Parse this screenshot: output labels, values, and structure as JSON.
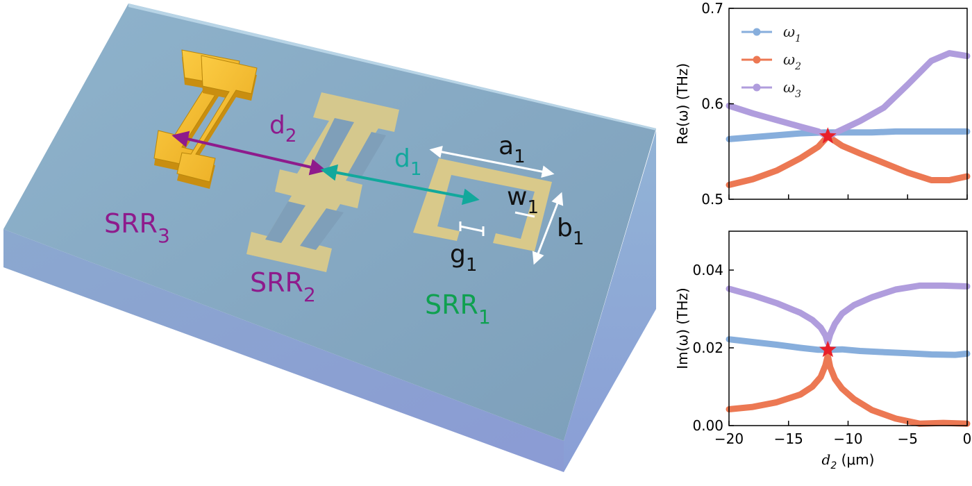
{
  "figure": {
    "labels": {
      "d2": {
        "main": "d",
        "sub": "2"
      },
      "d1": {
        "main": "d",
        "sub": "1"
      },
      "a1": {
        "main": "a",
        "sub": "1"
      },
      "w1": {
        "main": "w",
        "sub": "1"
      },
      "b1": {
        "main": "b",
        "sub": "1"
      },
      "g1": {
        "main": "g",
        "sub": "1"
      },
      "srr3": {
        "main": "SRR",
        "sub": "3"
      },
      "srr2": {
        "main": "SRR",
        "sub": "2"
      },
      "srr1": {
        "main": "SRR",
        "sub": "1"
      }
    },
    "colors": {
      "substrate_top": "#7fa3bd",
      "substrate_side": "#8fa3d2",
      "gold": "#f0b72a",
      "gold_light": "#d9c98a",
      "purple": "#8e1b8c",
      "teal": "#12a89c",
      "green": "#0fa050"
    }
  },
  "chart_data": [
    {
      "type": "line",
      "ylabel": "Re(ω) (THz)",
      "xlabel": "",
      "xlim": [
        -20,
        0
      ],
      "ylim": [
        0.5,
        0.7
      ],
      "yticks": [
        "0.5",
        "0.6",
        "0.7"
      ],
      "xticks_labeled": false,
      "legend": "top-left",
      "series": [
        {
          "name": "ω₁",
          "legend_main": "ω",
          "legend_sub": "1",
          "color": "#87aedc",
          "x": [
            -20,
            -18,
            -16,
            -14,
            -12,
            -11.7,
            -10,
            -8,
            -6,
            -4,
            -2,
            0
          ],
          "y": [
            0.563,
            0.565,
            0.567,
            0.569,
            0.57,
            0.57,
            0.57,
            0.57,
            0.571,
            0.571,
            0.571,
            0.571
          ]
        },
        {
          "name": "ω₂",
          "legend_main": "ω",
          "legend_sub": "2",
          "color": "#ec7853",
          "x": [
            -20,
            -18,
            -16,
            -14,
            -12.5,
            -11.7,
            -10.5,
            -9,
            -7,
            -5,
            -3,
            -1.5,
            0
          ],
          "y": [
            0.515,
            0.521,
            0.53,
            0.543,
            0.555,
            0.566,
            0.556,
            0.548,
            0.538,
            0.528,
            0.52,
            0.52,
            0.524
          ]
        },
        {
          "name": "ω₃",
          "legend_main": "ω",
          "legend_sub": "3",
          "color": "#b09ddd",
          "x": [
            -20,
            -18,
            -16,
            -14,
            -12.5,
            -11.7,
            -10.5,
            -9,
            -7,
            -5,
            -3,
            -1.5,
            0
          ],
          "y": [
            0.598,
            0.59,
            0.583,
            0.576,
            0.571,
            0.566,
            0.573,
            0.582,
            0.596,
            0.62,
            0.645,
            0.653,
            0.65
          ]
        }
      ],
      "marker": {
        "x": -11.7,
        "y": 0.566,
        "color": "#e8202a"
      }
    },
    {
      "type": "line",
      "ylabel": "Im(ω) (THz)",
      "xlabel": "d₂ (μm)",
      "xlabel_main": "d",
      "xlabel_sub": "2",
      "xlabel_unit": " (μm)",
      "xlim": [
        -20,
        0
      ],
      "ylim": [
        0.0,
        0.05
      ],
      "yticks": [
        "0.00",
        "0.02",
        "0.04"
      ],
      "xticks": [
        "−20",
        "−15",
        "−10",
        "−5",
        "0"
      ],
      "xtick_values": [
        -20,
        -15,
        -10,
        -5,
        0
      ],
      "series": [
        {
          "name": "ω₁",
          "color": "#87aedc",
          "x": [
            -20,
            -18,
            -16,
            -14,
            -12.5,
            -11.7,
            -10.5,
            -9,
            -7,
            -5,
            -3,
            -1,
            0
          ],
          "y": [
            0.0222,
            0.0215,
            0.0208,
            0.02,
            0.0195,
            0.0195,
            0.0196,
            0.0192,
            0.0189,
            0.0186,
            0.0183,
            0.0182,
            0.0185
          ]
        },
        {
          "name": "ω₂",
          "color": "#ec7853",
          "x": [
            -20,
            -18,
            -16,
            -14,
            -13,
            -12.3,
            -11.9,
            -11.7,
            -11.5,
            -11.1,
            -10.5,
            -9.5,
            -8,
            -6,
            -4,
            -2,
            0
          ],
          "y": [
            0.0042,
            0.0048,
            0.006,
            0.008,
            0.01,
            0.0125,
            0.0155,
            0.018,
            0.015,
            0.012,
            0.0095,
            0.0068,
            0.004,
            0.0018,
            0.0005,
            0.0007,
            0.0005
          ]
        },
        {
          "name": "ω₃",
          "color": "#b09ddd",
          "x": [
            -20,
            -18,
            -16,
            -14,
            -13,
            -12.3,
            -11.9,
            -11.7,
            -11.5,
            -11.1,
            -10.5,
            -9.5,
            -8,
            -6,
            -4,
            -2,
            0
          ],
          "y": [
            0.0352,
            0.0335,
            0.0315,
            0.029,
            0.0272,
            0.0252,
            0.0232,
            0.0213,
            0.0235,
            0.0262,
            0.0288,
            0.031,
            0.033,
            0.035,
            0.036,
            0.036,
            0.0358
          ]
        }
      ],
      "marker": {
        "x": -11.7,
        "y": 0.0195,
        "color": "#e8202a"
      }
    }
  ]
}
